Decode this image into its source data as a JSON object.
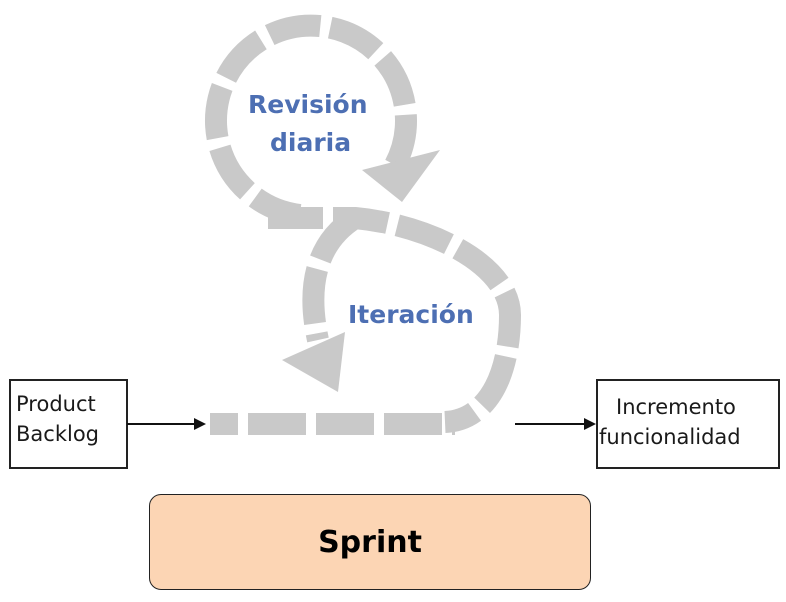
{
  "nodes": {
    "product_backlog": [
      "Product",
      "Backlog"
    ],
    "incremento": [
      "Incremento",
      "funcionalidad"
    ],
    "revision_diaria": [
      "Revisión",
      "diaria"
    ],
    "iteracion": "Iteración",
    "sprint": "Sprint"
  },
  "colors": {
    "loop_dashes": "#c9c9c9",
    "loop_text": "#4d6fb3",
    "box_border": "#222222",
    "sprint_fill": "#fcd5b4",
    "arrow": "#111111"
  }
}
